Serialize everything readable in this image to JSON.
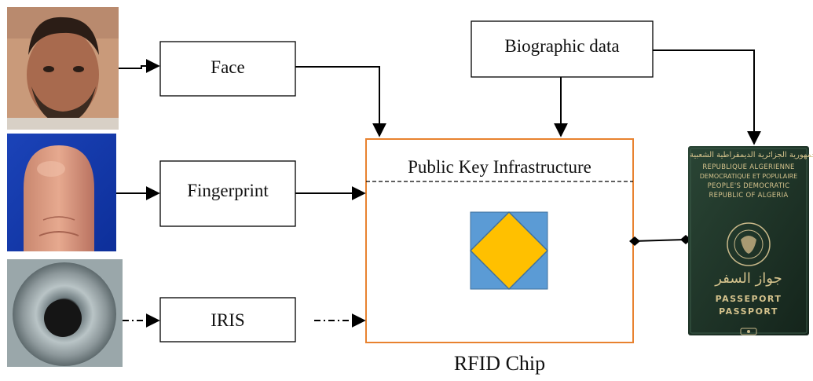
{
  "diagram": {
    "boxes": {
      "face": "Face",
      "fingerprint": "Fingerprint",
      "iris": "IRIS",
      "biographic": "Biographic data",
      "pki": "Public Key Infrastructure"
    },
    "chip_caption": "RFID Chip",
    "passport": {
      "arabic_top_1": "الجمهورية الجزائرية الديمقراطية الشعبية",
      "line_fr_1": "REPUBLIQUE ALGERIENNE",
      "line_fr_2": "DEMOCRATIQUE ET POPULAIRE",
      "line_en_1": "PEOPLE'S DEMOCRATIC",
      "line_en_2": "REPUBLIC OF ALGERIA",
      "arabic_title": "جواز السفر",
      "title_1": "PASSEPORT",
      "title_2": "PASSPORT"
    },
    "colors": {
      "chip_border": "#E8822F",
      "chip_square": "#5B9BD5",
      "chip_diamond": "#FFC000",
      "passport_cover": "#1E3328",
      "arrow": "#000000"
    }
  }
}
